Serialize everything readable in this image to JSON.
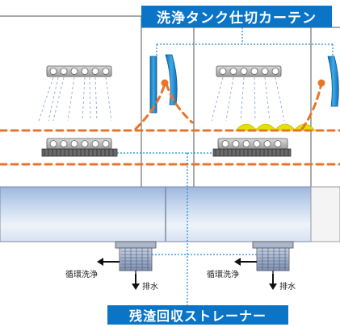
{
  "labels": {
    "curtain": "洗浄タンク仕切カーテン",
    "strainer": "残渣回収ストレーナー",
    "circulation_left": "循環洗浄",
    "drain_left": "排水",
    "circulation_right": "循環洗浄",
    "drain_right": "排水"
  },
  "colors": {
    "title_bg": "#0a75c7",
    "dashed_flow": "#e8742c",
    "guide_dotted": "#1a8ad4",
    "curtain": "#1e8fd0",
    "tank_water": "#b9cde7",
    "residue": "#e4e000"
  }
}
